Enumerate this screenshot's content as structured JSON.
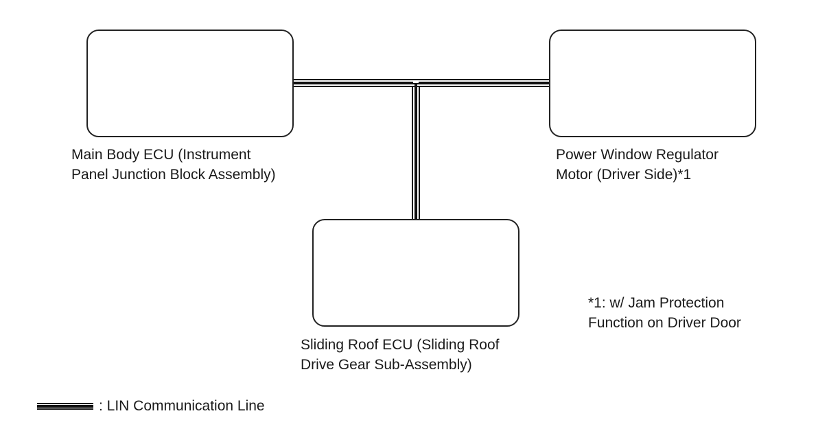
{
  "nodes": {
    "main_body_ecu": {
      "label_lines": [
        "Main Body ECU (Instrument",
        "Panel Junction Block Assembly)"
      ]
    },
    "power_window_motor": {
      "label_lines": [
        "Power Window Regulator",
        "Motor (Driver Side)*1"
      ]
    },
    "sliding_roof_ecu": {
      "label_lines": [
        "Sliding Roof ECU (Sliding Roof",
        "Drive Gear Sub-Assembly)"
      ]
    }
  },
  "footnote": {
    "lines": [
      "*1: w/ Jam Protection",
      "Function on Driver Door"
    ]
  },
  "legend": {
    "line_label": ": LIN Communication Line"
  },
  "colors": {
    "line": "#111111",
    "box_border": "#222222"
  }
}
